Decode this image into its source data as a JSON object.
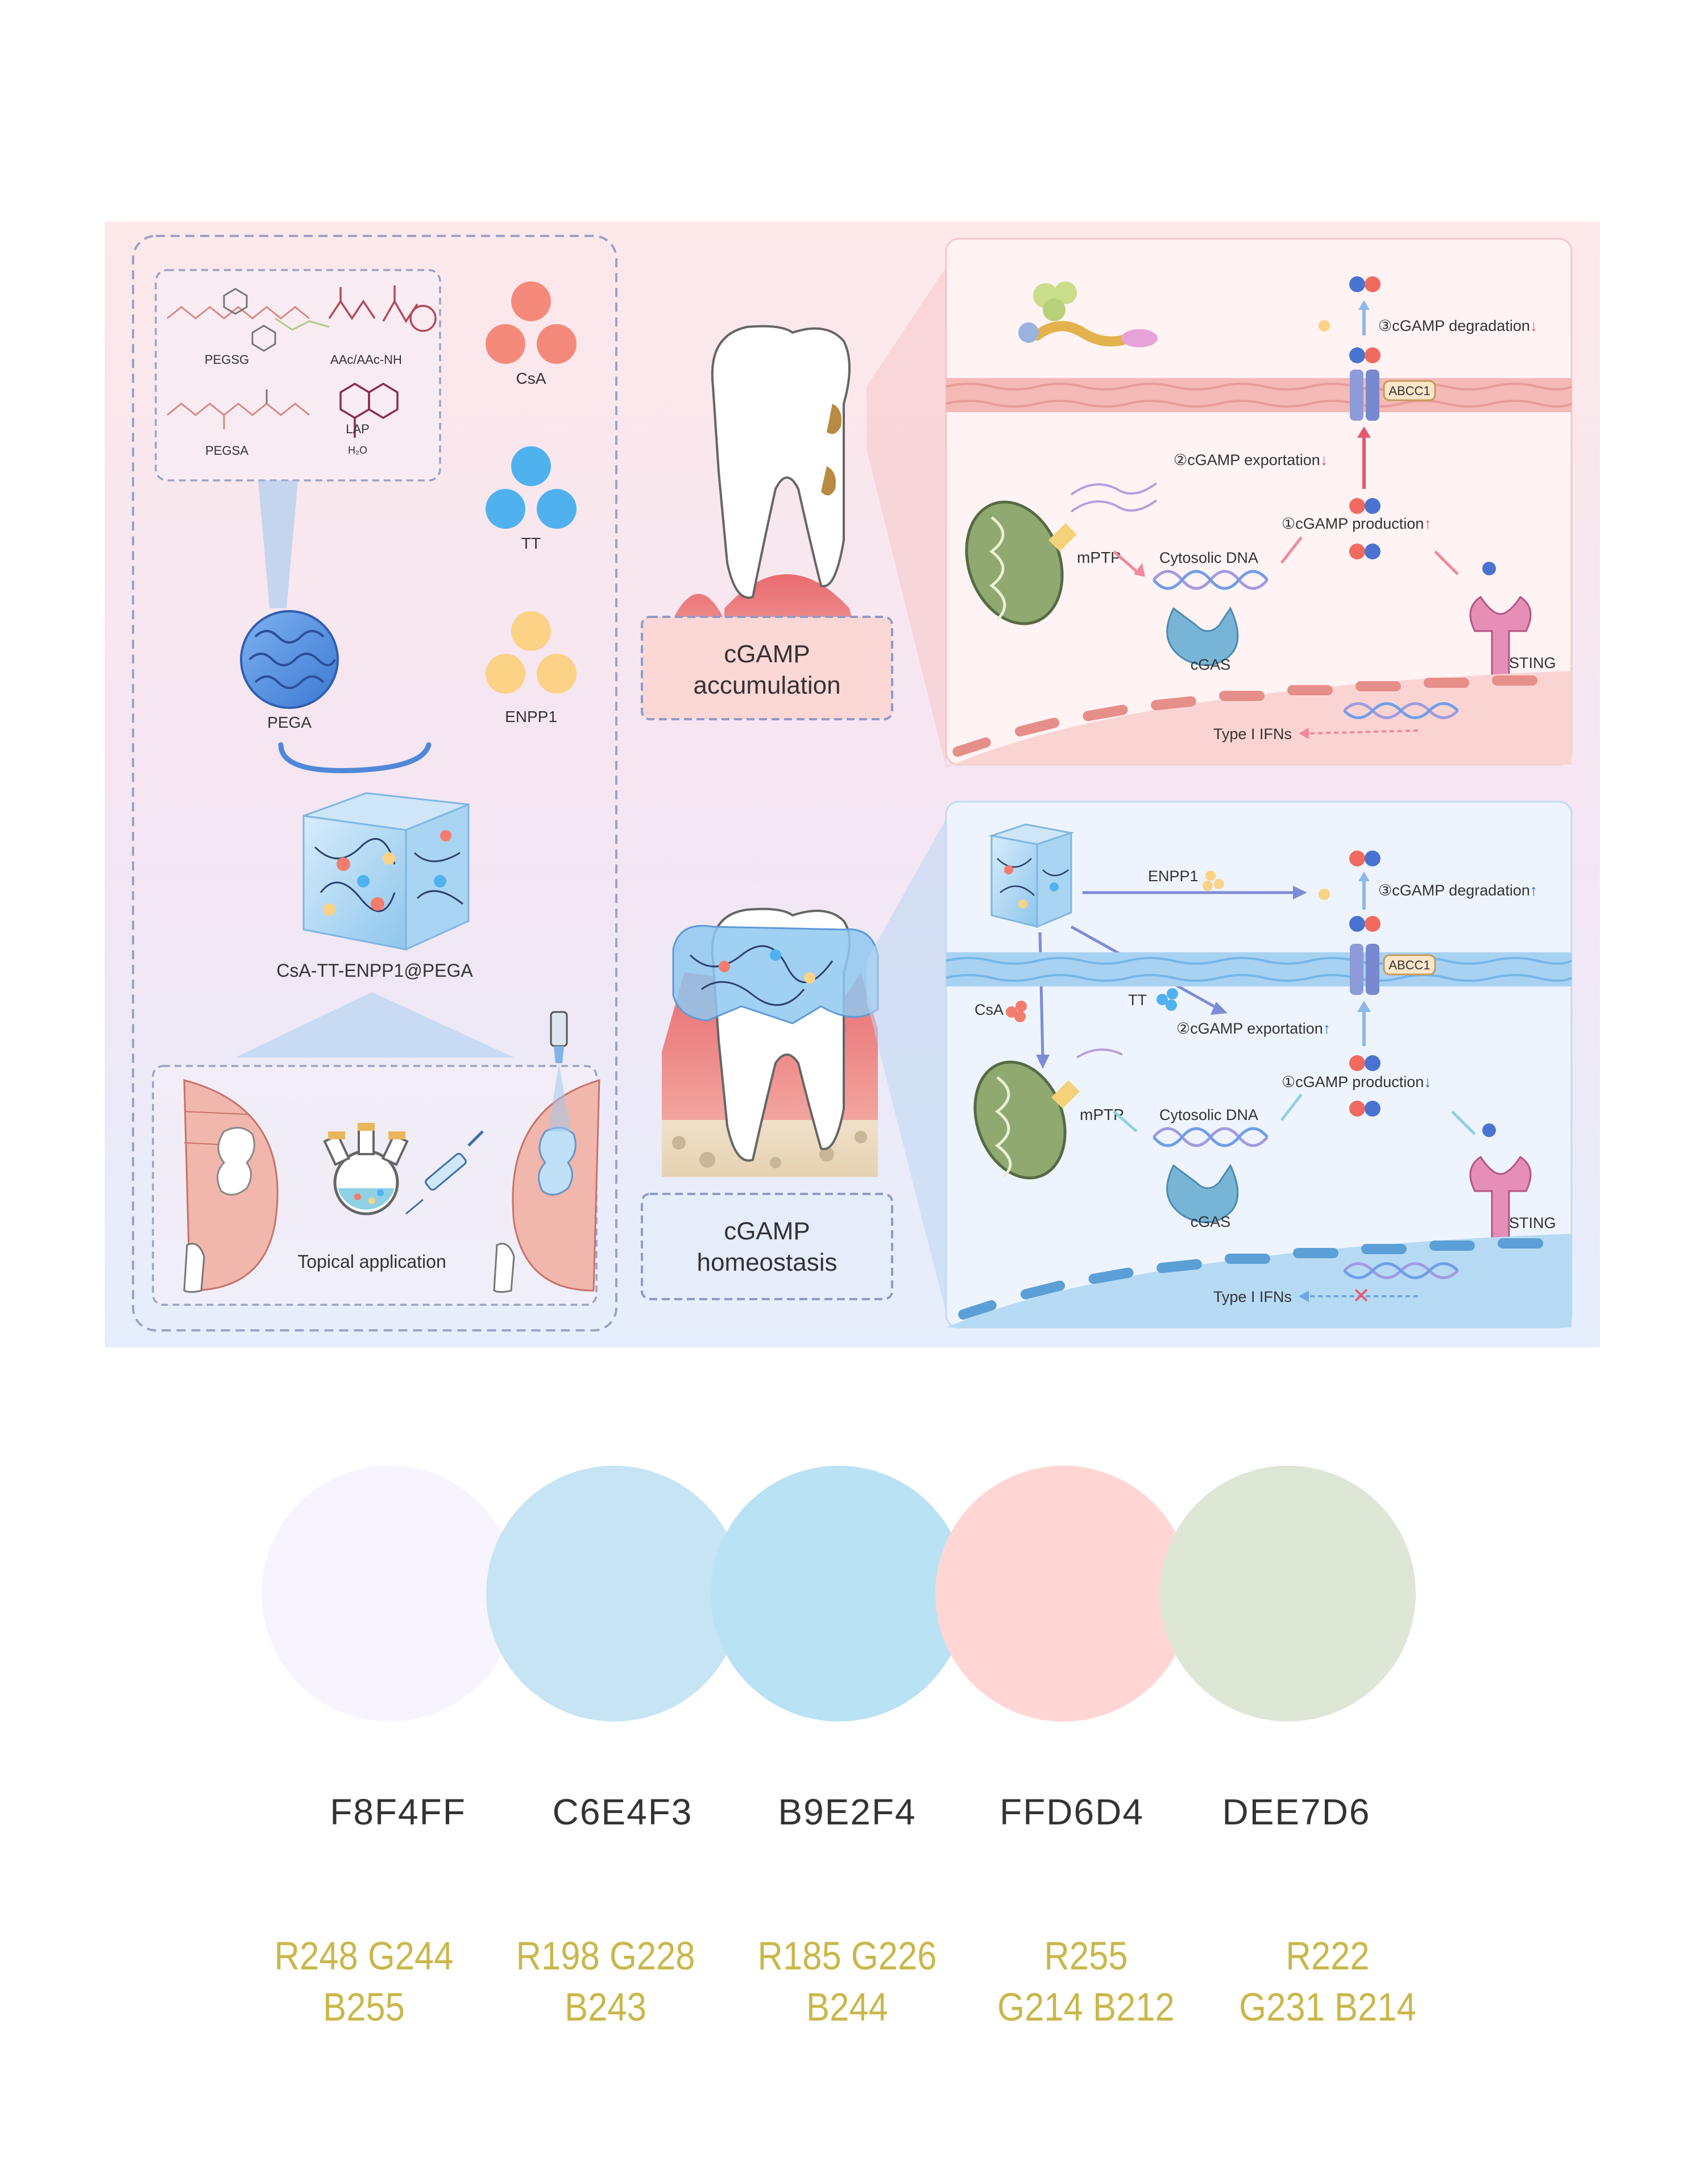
{
  "diagram": {
    "left_panel": {
      "chemicals": [
        "PEGSG",
        "AAc/AAc-NH",
        "PEGSA",
        "LAP",
        "H₂O"
      ],
      "drugs": [
        "CsA",
        "TT",
        "ENPP1"
      ],
      "hydrogel": "PEGA",
      "product": "CsA-TT-ENPP1@PEGA",
      "application": "Topical application"
    },
    "middle": {
      "top_label": "cGAMP\naccumulation",
      "bottom_label": "cGAMP\nhomeostasis"
    },
    "top_right": {
      "degradation": "③cGAMP degradation",
      "exporter": "ABCC1",
      "exportation": "②cGAMP exportation",
      "production": "①cGAMP production",
      "mptp": "mPTP",
      "cytosolic_dna": "Cytosolic DNA",
      "cgas": "cGAS",
      "sting": "STING",
      "ifn": "Type I IFNs",
      "degradation_arrow": "↓",
      "exportation_arrow": "↓",
      "production_arrow": "↑"
    },
    "bottom_right": {
      "enpp1": "ENPP1",
      "degradation": "③cGAMP degradation",
      "exporter": "ABCC1",
      "csa": "CsA",
      "tt": "TT",
      "exportation": "②cGAMP exportation",
      "production": "①cGAMP production",
      "mptp": "mPTP",
      "cytosolic_dna": "Cytosolic DNA",
      "cgas": "cGAS",
      "sting": "STING",
      "ifn": "Type I IFNs",
      "degradation_arrow": "↑",
      "exportation_arrow": "↑",
      "production_arrow": "↓",
      "block_mark": "✕"
    }
  },
  "palette": [
    {
      "hex": "F8F4FF",
      "color": "#F8F4FF",
      "rgb1": "R248 G244",
      "rgb2": "B255"
    },
    {
      "hex": "C6E4F3",
      "color": "#C6E4F3",
      "rgb1": "R198 G228",
      "rgb2": "B243"
    },
    {
      "hex": "B9E2F4",
      "color": "#B9E2F4",
      "rgb1": "R185 G226",
      "rgb2": "B244"
    },
    {
      "hex": "FFD6D4",
      "color": "#FFD6D4",
      "rgb1": "R255",
      "rgb2": "G214 B212"
    },
    {
      "hex": "DEE7D6",
      "color": "#DEE7D6",
      "rgb1": "R222",
      "rgb2": "G231 B214"
    }
  ]
}
